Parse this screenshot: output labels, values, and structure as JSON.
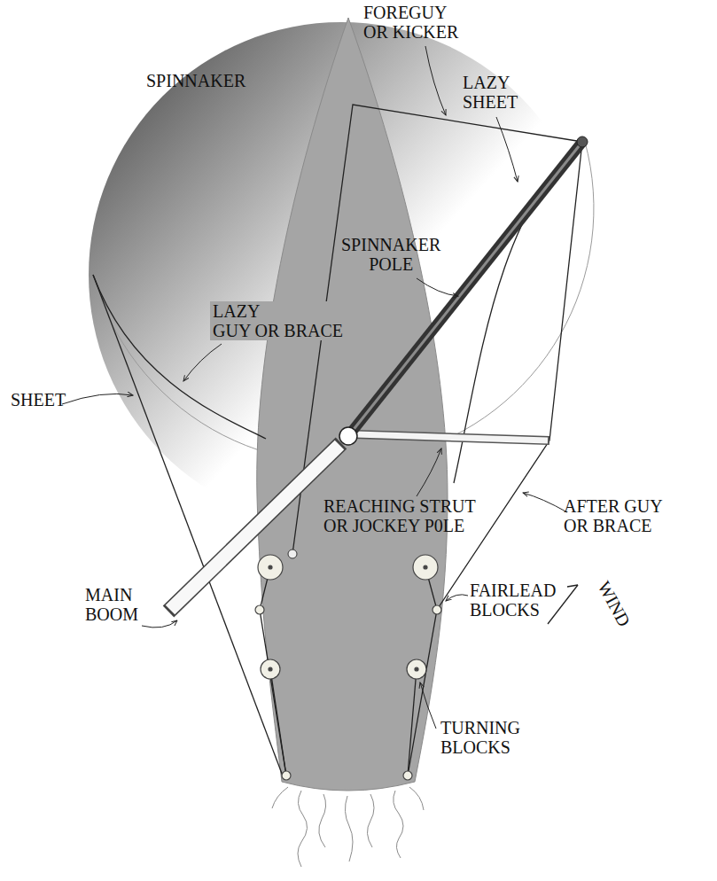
{
  "diagram": {
    "labels": [
      "SPINNAKER",
      "FOREGUY OR KICKER",
      "LAZY SHEET",
      "SPINNAKER POLE",
      "LAZY GUY OR BRACE",
      "SHEET",
      "REACHING STRUT OR JOCKEY P0LE",
      "MAIN BOOM",
      "AFTER GUY OR BRACE",
      "FAIRLEAD BLOCKS",
      "TURNING BLOCKS",
      "WIND"
    ]
  }
}
